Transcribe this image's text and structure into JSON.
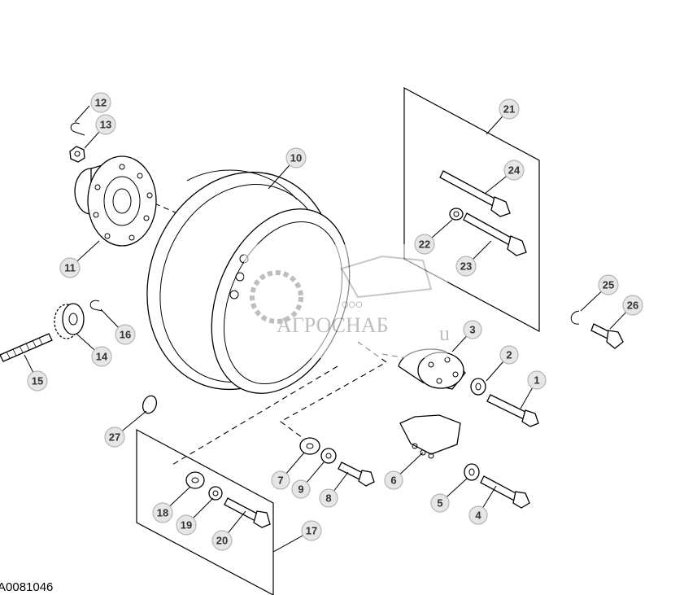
{
  "document_id": "A0081046",
  "watermark": {
    "prefix": "ООО",
    "name": "АГРОСНАБ",
    "suffix": "u"
  },
  "callouts": [
    "1",
    "2",
    "3",
    "4",
    "5",
    "6",
    "7",
    "8",
    "9",
    "10",
    "11",
    "12",
    "13",
    "14",
    "15",
    "16",
    "17",
    "18",
    "19",
    "20",
    "21",
    "22",
    "23",
    "24",
    "25",
    "26",
    "27"
  ]
}
